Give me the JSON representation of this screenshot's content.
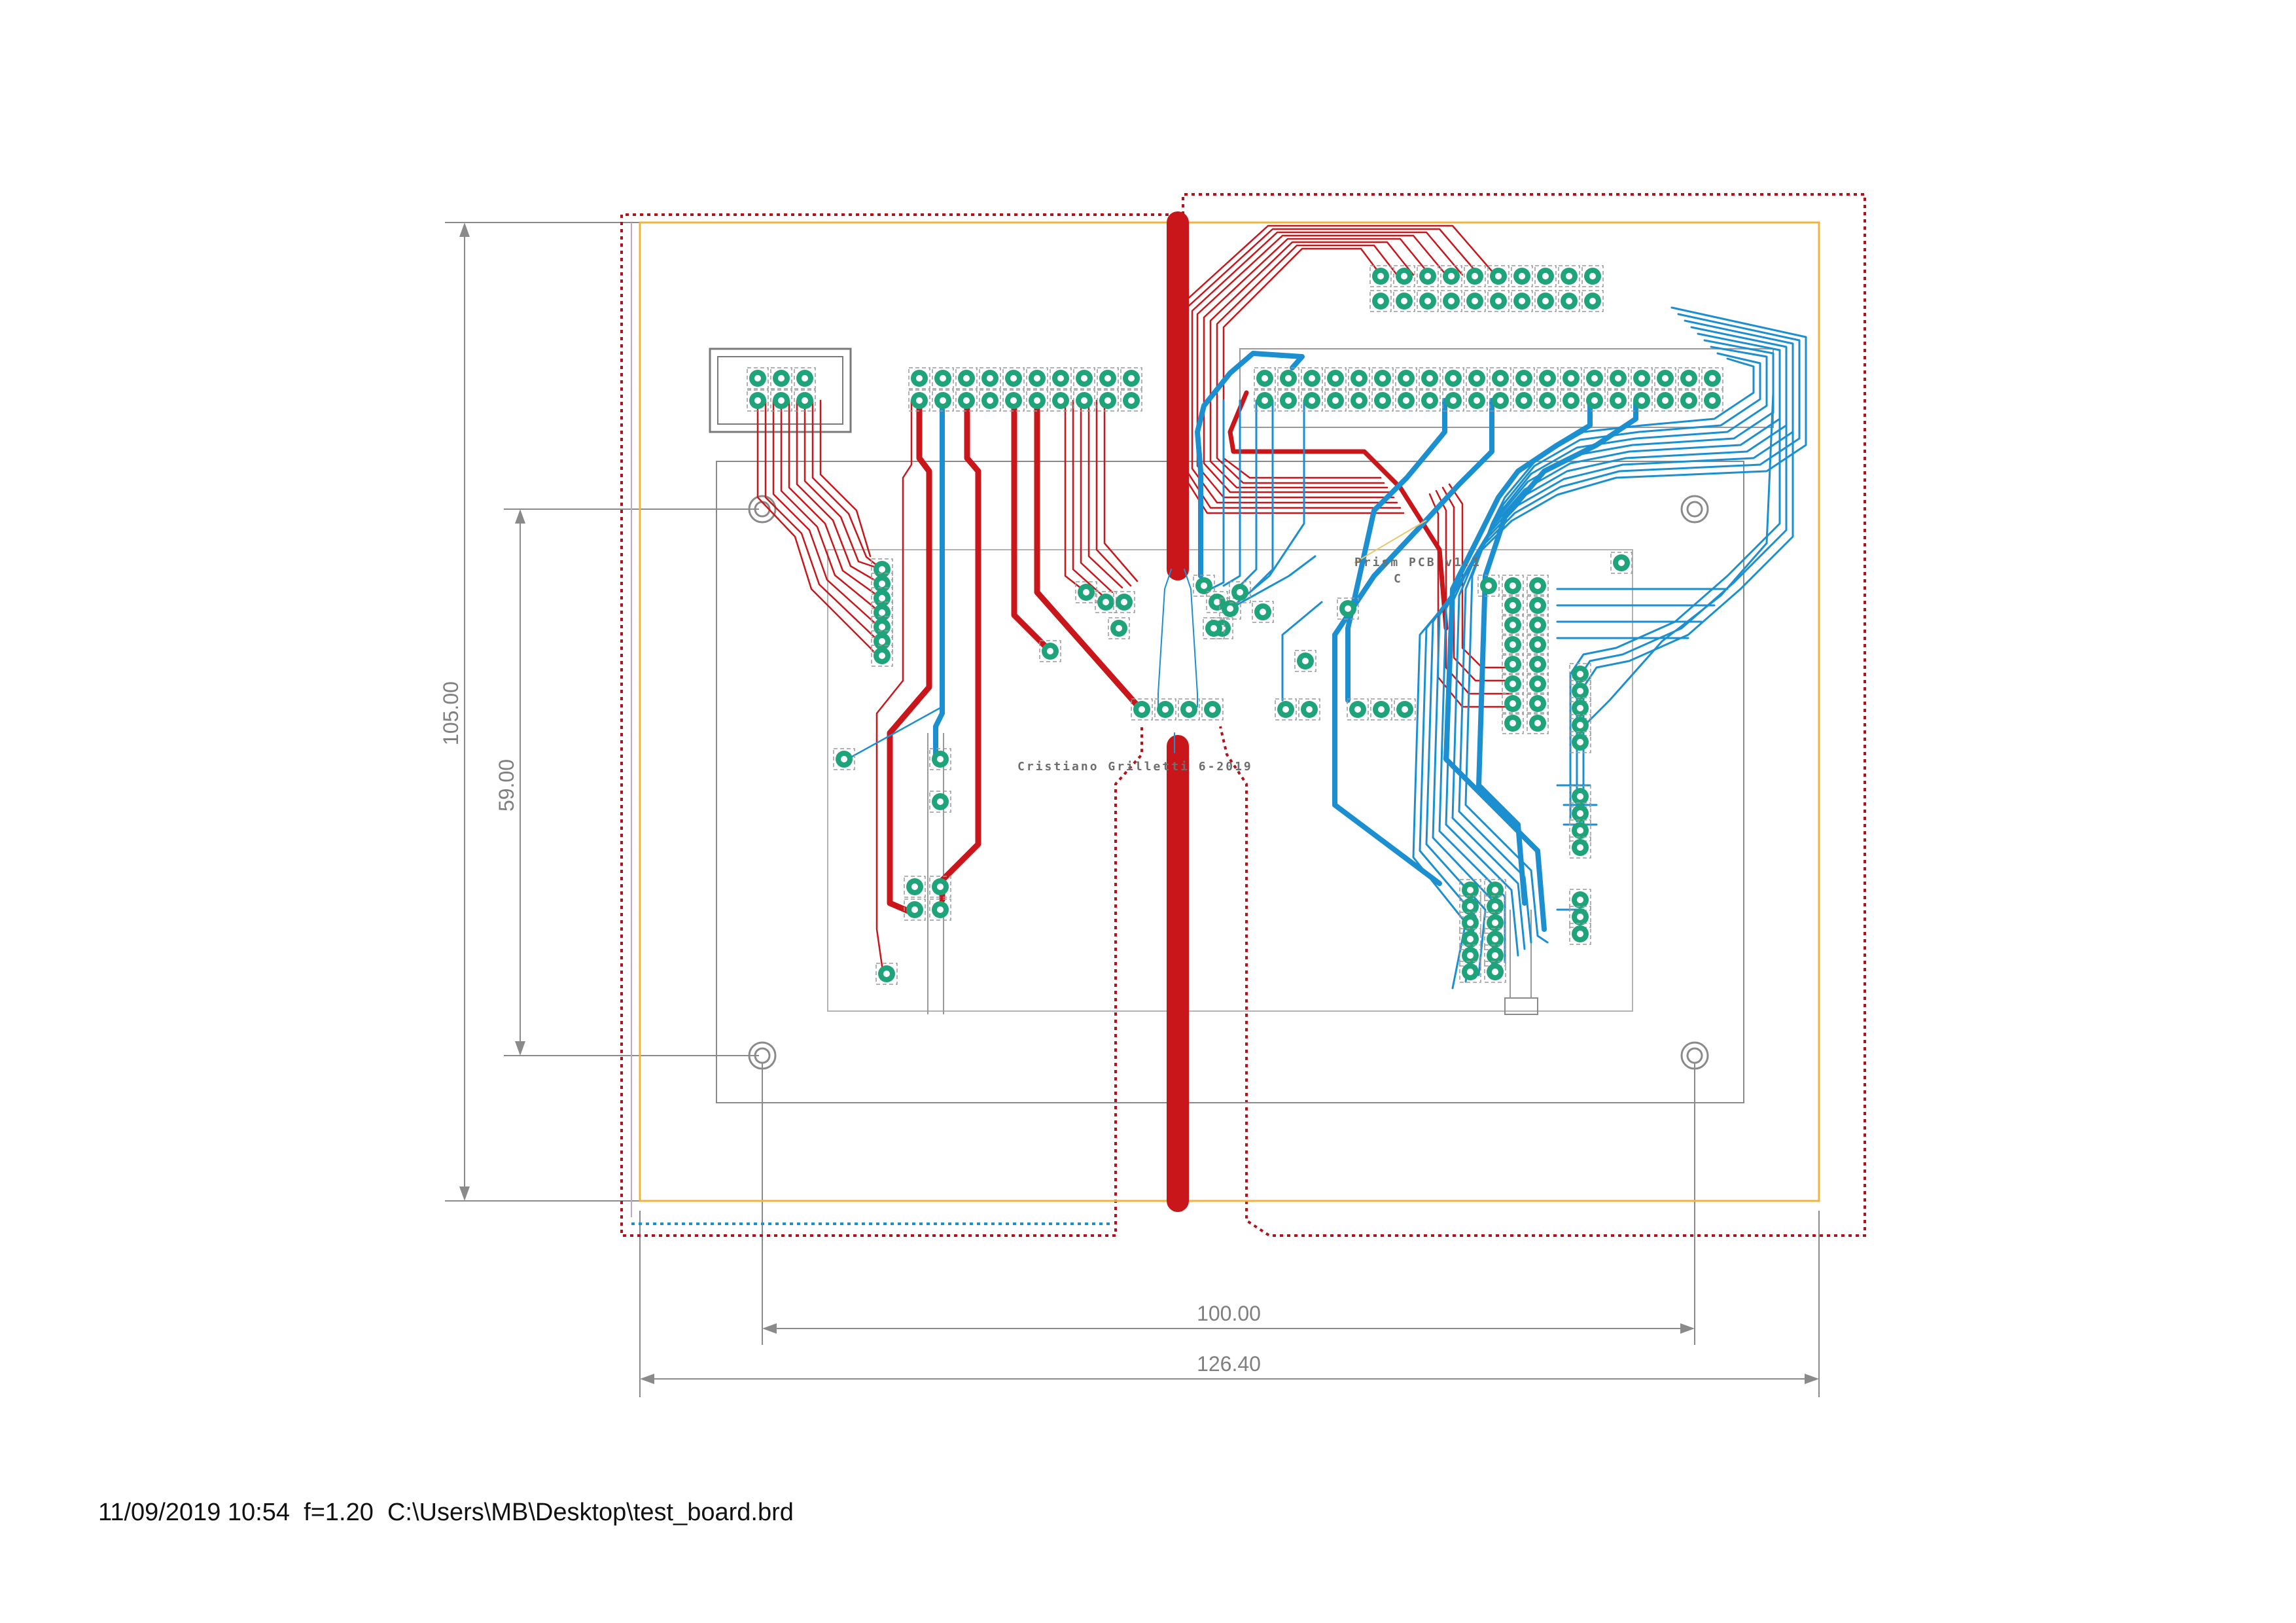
{
  "dimensions": {
    "height_outer": "105.00",
    "height_inner": "59.00",
    "width_inner": "100.00",
    "width_outer": "126.40"
  },
  "silkscreen": {
    "author": "Cristiano Grilletti 6-2019",
    "title_line1": "Prism PCB v1.1",
    "title_line2": "C"
  },
  "footer": {
    "timestamp": "11/09/2019 10:54",
    "scale": "f=1.20",
    "path": "C:\\Users\\MB\\Desktop\\test_board.brd"
  },
  "colors": {
    "top_copper": "#c8161a",
    "bottom_copper": "#1b8fd0",
    "pad": "#1fa37a",
    "board_outline": "#f0b43c",
    "dimension": "#8a8a8a",
    "keepout": "#b3121a"
  }
}
